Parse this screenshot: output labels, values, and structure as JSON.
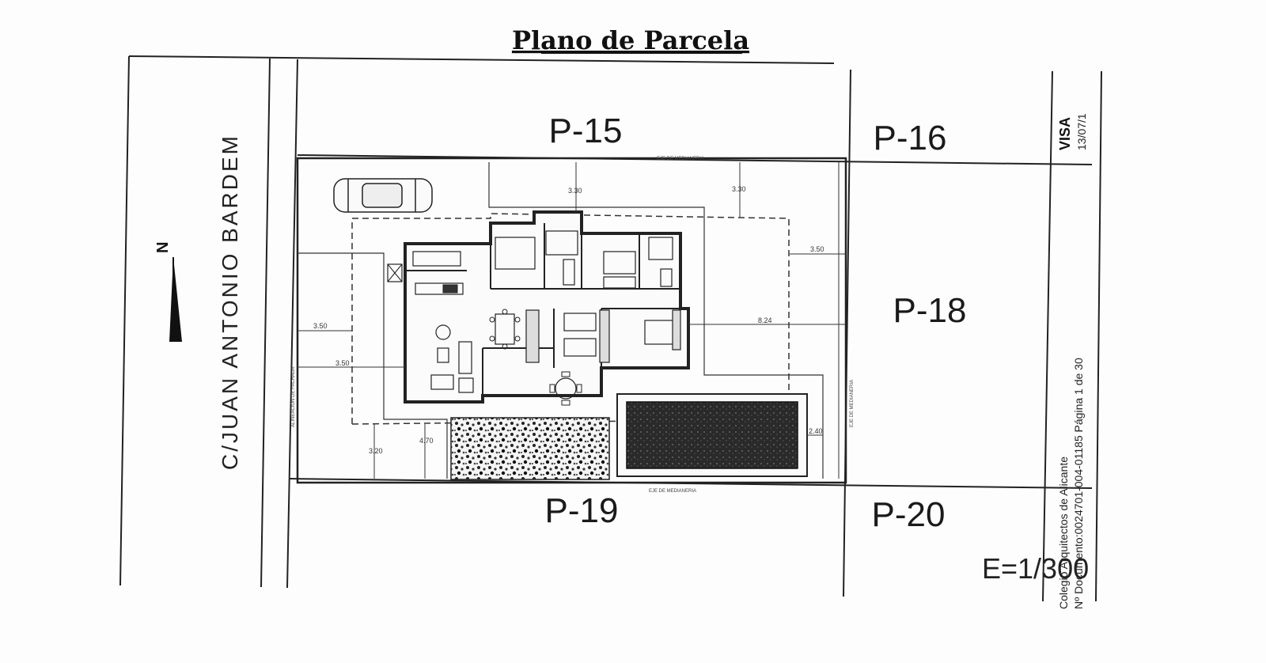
{
  "title": "Plano de Parcela",
  "plots": {
    "p15": "P-15",
    "p16": "P-16",
    "p18": "P-18",
    "p19": "P-19",
    "p20": "P-20"
  },
  "street_name": "C/JUAN ANTONIO BARDEM",
  "north_label": "N",
  "scale": "E=1/300",
  "visa": {
    "label": "VISA",
    "date": "13/07/1"
  },
  "stamp": {
    "line1": "Colegio Arquitectos de Alicante",
    "line2": "Nº Documento:0024701-004-01185  Página 1 de 30"
  },
  "dimensions": {
    "top_left": "3.30",
    "top_right": "3.30",
    "right_upper": "3.50",
    "right_middle": "8.24",
    "left_upper": "3.50",
    "left_lower": "3.50",
    "bottom_left": "3.20",
    "bottom_mid": "4.70",
    "pool_right": "2.40"
  },
  "boundary_labels": {
    "top": "EJE DE MEDIANERIA",
    "bottom": "EJE DE MEDIANERIA",
    "left": "ALINEACION DE FACHADA",
    "right": "EJE DE MEDIANERIA"
  }
}
